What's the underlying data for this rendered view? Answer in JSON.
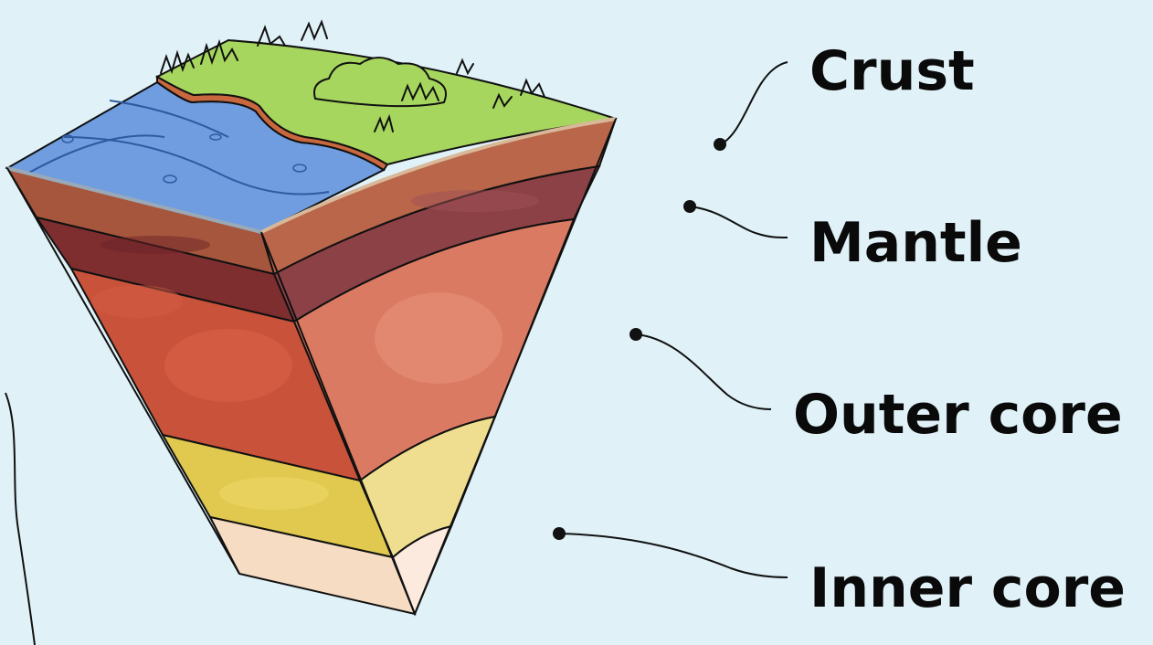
{
  "labels": {
    "crust": "Crust",
    "mantle": "Mantle",
    "outer_core": "Outer core",
    "inner_core": "Inner core"
  },
  "colors": {
    "background": "#e0f2f8",
    "grass": "#a6d65e",
    "water": "#6f9de0",
    "crust": "#a6563c",
    "mantle": "#7f2e30",
    "outer_core": "#cf5b3f",
    "inner_core": "#e6d15a",
    "center": "#f6ddc4",
    "outline": "#111111"
  }
}
